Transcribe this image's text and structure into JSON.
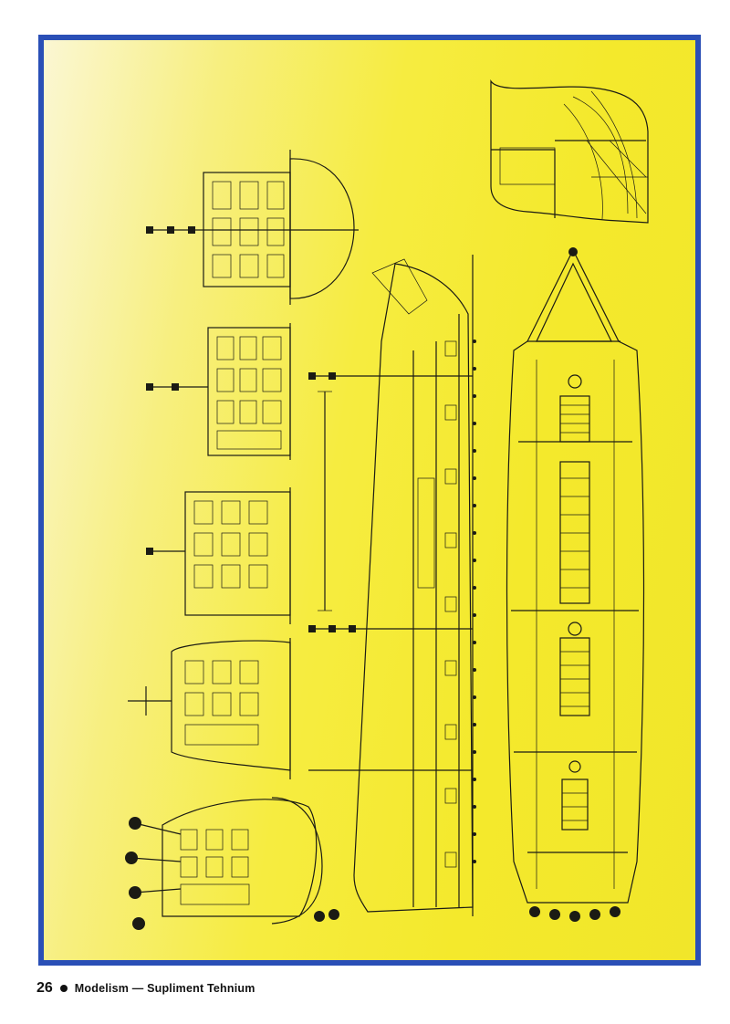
{
  "footer": {
    "page_number": "26",
    "publication": "Modelism  —  Supliment  Tehnium"
  },
  "figure": {
    "subject-icon": "ship-plan-drawing",
    "colors": {
      "frame": "#2a4fb6",
      "paper": "#f4e92c",
      "ink": "#1b1b14"
    }
  }
}
